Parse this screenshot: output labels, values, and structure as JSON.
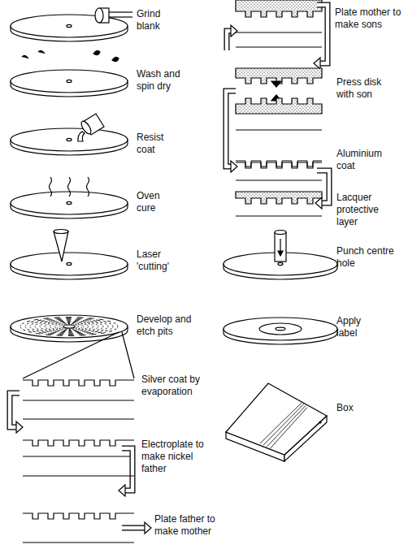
{
  "diagram": {
    "labels": [
      "Grind blank",
      "Wash and spin dry",
      "Resist coat",
      "Oven cure",
      "Laser 'cutting'",
      "Develop and etch pits",
      "Silver coat by evaporation",
      "Electroplate to make nickel father",
      "Plate father to make mother",
      "Plate mother to make sons",
      "Press disk with son",
      "Aluminium coat",
      "Lacquer protective layer",
      "Punch centre hole",
      "Apply label",
      "Box"
    ]
  }
}
